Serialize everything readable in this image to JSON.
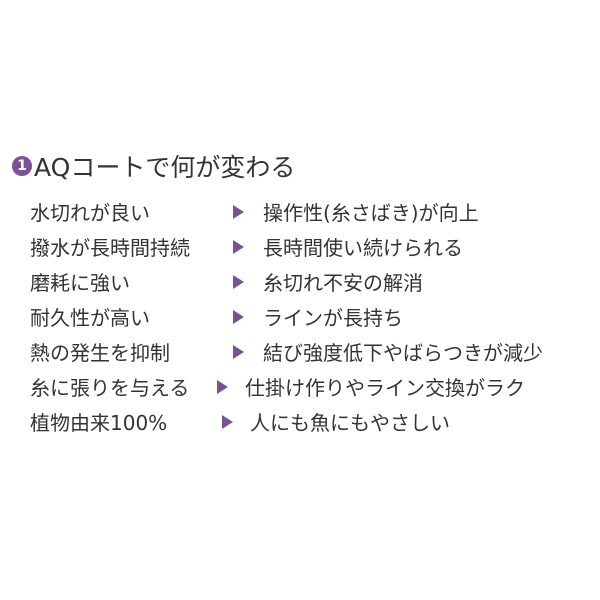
{
  "heading": {
    "number": "1",
    "title": "AQコートで何が変わる"
  },
  "colors": {
    "accent": "#7a5394",
    "text": "#333333"
  },
  "arrow_icon": "triangle-right-icon",
  "rows": [
    {
      "cause": "水切れが良い",
      "effect": "操作性(糸さばき)が向上"
    },
    {
      "cause": "撥水が長時間持続",
      "effect": "長時間使い続けられる"
    },
    {
      "cause": "磨耗に強い",
      "effect": "糸切れ不安の解消"
    },
    {
      "cause": "耐久性が高い",
      "effect": "ラインが長持ち"
    },
    {
      "cause": "熱の発生を抑制",
      "effect": "結び強度低下やばらつきが減少"
    },
    {
      "cause": "糸に張りを与える",
      "effect": "仕掛け作りやライン交換がラク"
    },
    {
      "cause": "植物由来100%",
      "effect": "人にも魚にもやさしい"
    }
  ]
}
